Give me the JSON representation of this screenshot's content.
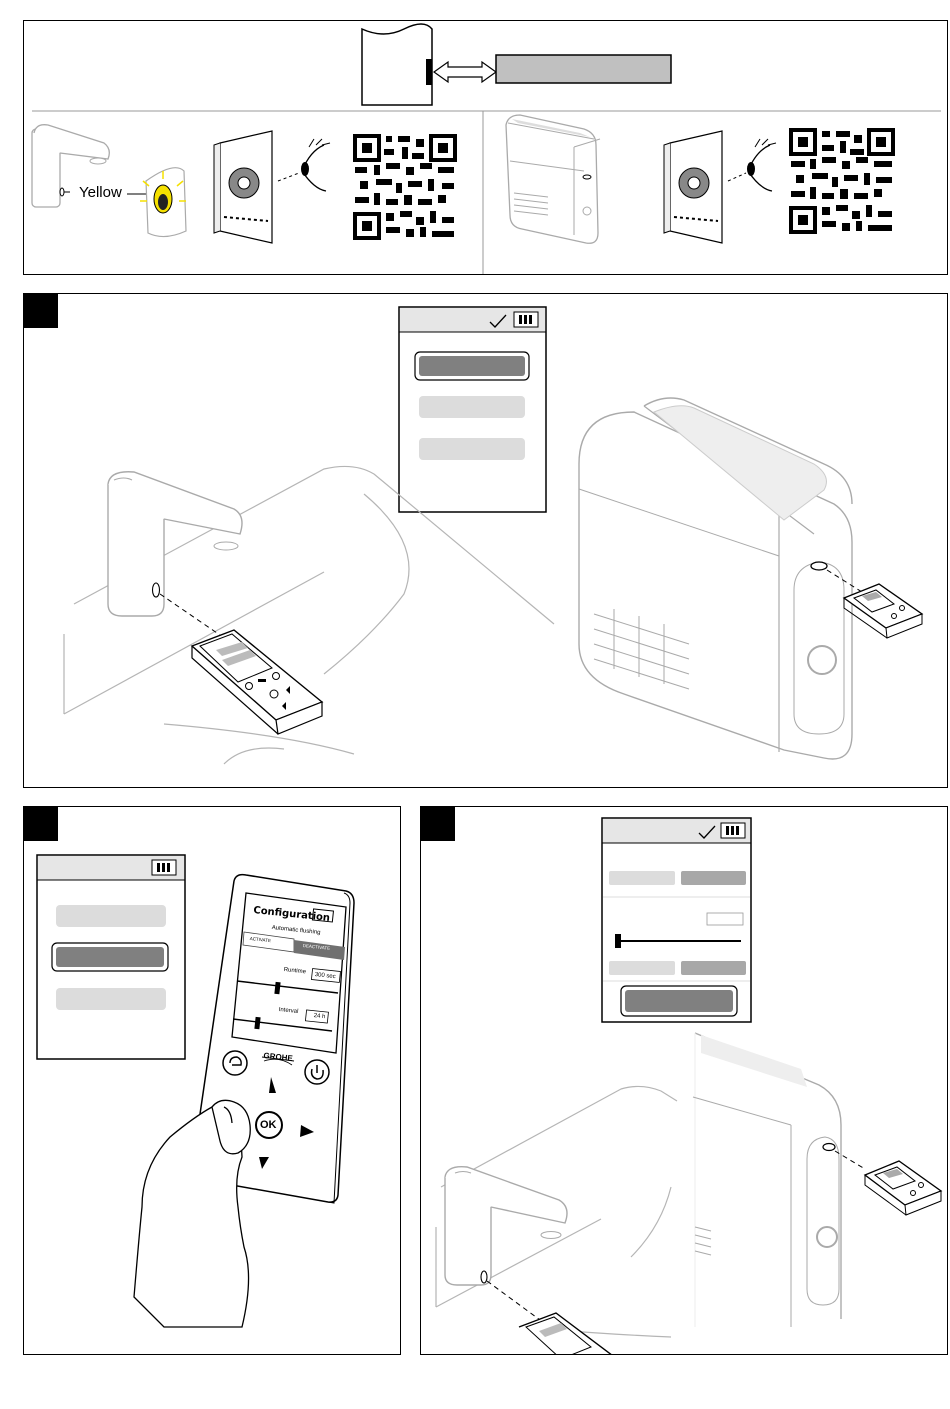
{
  "intro": {
    "led_label": "Yellow"
  },
  "remote": {
    "screen_title": "Configuration",
    "flushing_label": "Automatic flushing",
    "activate_label": "ACTIVATE",
    "deactivate_label": "DEACTIVATE",
    "runtime_label": "Runtime",
    "runtime_value": "300 sec",
    "interval_label": "Interval",
    "interval_value": "24 h",
    "brand": "GROHE",
    "ok_label": "OK"
  },
  "colors": {
    "line": "#000000",
    "light_line": "#b5b5b5",
    "screen_header": "#e6e6e6",
    "btn_dark": "#808080",
    "btn_light": "#dcdcdc",
    "led_yellow": "#f5e000"
  }
}
